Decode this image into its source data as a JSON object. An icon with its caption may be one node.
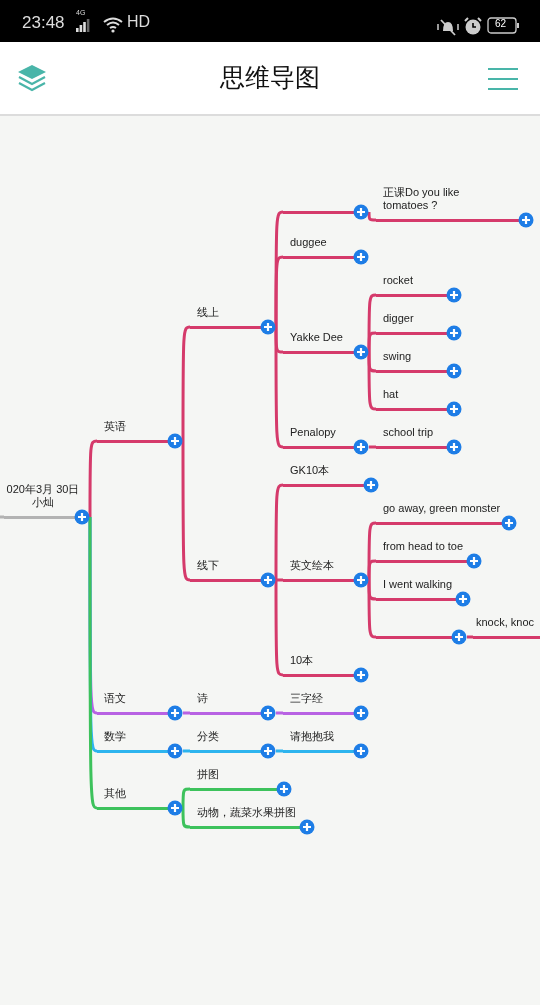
{
  "diagram": {
    "title": "思维导图",
    "nodes": [
      {
        "text": [
          "020年3月 30日",
          "小灿"
        ]
      },
      {
        "text": [
          "英语"
        ]
      },
      {
        "text": [
          "线上"
        ]
      },
      {
        "text": [],
        "shape": "bar"
      },
      {
        "text": [
          "正课Do you like tomatoes ?"
        ]
      },
      {
        "text": [
          "duggee"
        ]
      },
      {
        "text": [
          "Yakke Dee"
        ]
      },
      {
        "text": [
          "rocket"
        ]
      },
      {
        "text": [
          "digger"
        ]
      },
      {
        "text": [
          "swing"
        ]
      },
      {
        "text": [
          "hat"
        ]
      },
      {
        "text": [
          "Penalopy"
        ]
      },
      {
        "text": [
          "school trip"
        ]
      },
      {
        "text": [
          "线下"
        ]
      },
      {
        "text": [
          "GK10本"
        ]
      },
      {
        "text": [
          "英文绘本"
        ]
      },
      {
        "text": [
          "go away, green monster"
        ]
      },
      {
        "text": [
          "from head to toe"
        ]
      },
      {
        "text": [
          "I went walking"
        ]
      },
      {
        "text": [],
        "shape": "bar"
      },
      {
        "text": [
          "knock, knoc"
        ]
      },
      {
        "text": [
          "10本"
        ]
      },
      {
        "text": [
          "语文"
        ]
      },
      {
        "text": [
          "诗"
        ]
      },
      {
        "text": [
          "三字经"
        ]
      },
      {
        "text": [
          "数学"
        ]
      },
      {
        "text": [
          "分类"
        ]
      },
      {
        "text": [
          "请抱抱我"
        ]
      },
      {
        "text": [
          "其他"
        ]
      },
      {
        "text": [
          "拼图"
        ]
      },
      {
        "text": [
          "动物，蔬菜水果拼图"
        ]
      }
    ],
    "edges": [
      {
        "from": null,
        "to": 0,
        "arrow": "none",
        "color": "#b3b3b3"
      },
      {
        "from": 0,
        "to": 1,
        "arrow": "none"
      },
      {
        "from": 1,
        "to": 2,
        "arrow": "none"
      },
      {
        "from": 2,
        "to": 3,
        "arrow": "none"
      },
      {
        "from": 3,
        "to": 4,
        "arrow": "none"
      },
      {
        "from": 2,
        "to": 5,
        "arrow": "none"
      },
      {
        "from": 2,
        "to": 6,
        "arrow": "none"
      },
      {
        "from": 6,
        "to": 7,
        "arrow": "none"
      },
      {
        "from": 6,
        "to": 8,
        "arrow": "none"
      },
      {
        "from": 6,
        "to": 9,
        "arrow": "none"
      },
      {
        "from": 6,
        "to": 10,
        "arrow": "none"
      },
      {
        "from": 2,
        "to": 11,
        "arrow": "none"
      },
      {
        "from": 11,
        "to": 12,
        "arrow": "none"
      },
      {
        "from": 1,
        "to": 13,
        "arrow": "none"
      },
      {
        "from": 13,
        "to": 14,
        "arrow": "none"
      },
      {
        "from": 13,
        "to": 15,
        "arrow": "none"
      },
      {
        "from": 15,
        "to": 16,
        "arrow": "none"
      },
      {
        "from": 15,
        "to": 17,
        "arrow": "none"
      },
      {
        "from": 15,
        "to": 18,
        "arrow": "none"
      },
      {
        "from": 15,
        "to": 19,
        "arrow": "none"
      },
      {
        "from": 19,
        "to": 20,
        "arrow": "none"
      },
      {
        "from": 13,
        "to": 21,
        "arrow": "none"
      },
      {
        "from": 0,
        "to": 22,
        "arrow": "none",
        "color": "#b862e3"
      },
      {
        "from": 22,
        "to": 23,
        "arrow": "none",
        "color": "#b862e3"
      },
      {
        "from": 23,
        "to": 24,
        "arrow": "none",
        "color": "#b862e3"
      },
      {
        "from": 0,
        "to": 25,
        "arrow": "none",
        "color": "#2db4ee"
      },
      {
        "from": 25,
        "to": 26,
        "arrow": "none",
        "color": "#2db4ee"
      },
      {
        "from": 26,
        "to": 27,
        "arrow": "none",
        "color": "#2db4ee"
      },
      {
        "from": 0,
        "to": 28,
        "arrow": "none",
        "color": "#3dc25c"
      },
      {
        "from": 28,
        "to": 29,
        "arrow": "none",
        "color": "#3dc25c"
      },
      {
        "from": 28,
        "to": 30,
        "arrow": "none",
        "color": "#3dc25c"
      }
    ],
    "labels": [
      "23:48",
      "4G",
      "HD",
      "62"
    ]
  }
}
